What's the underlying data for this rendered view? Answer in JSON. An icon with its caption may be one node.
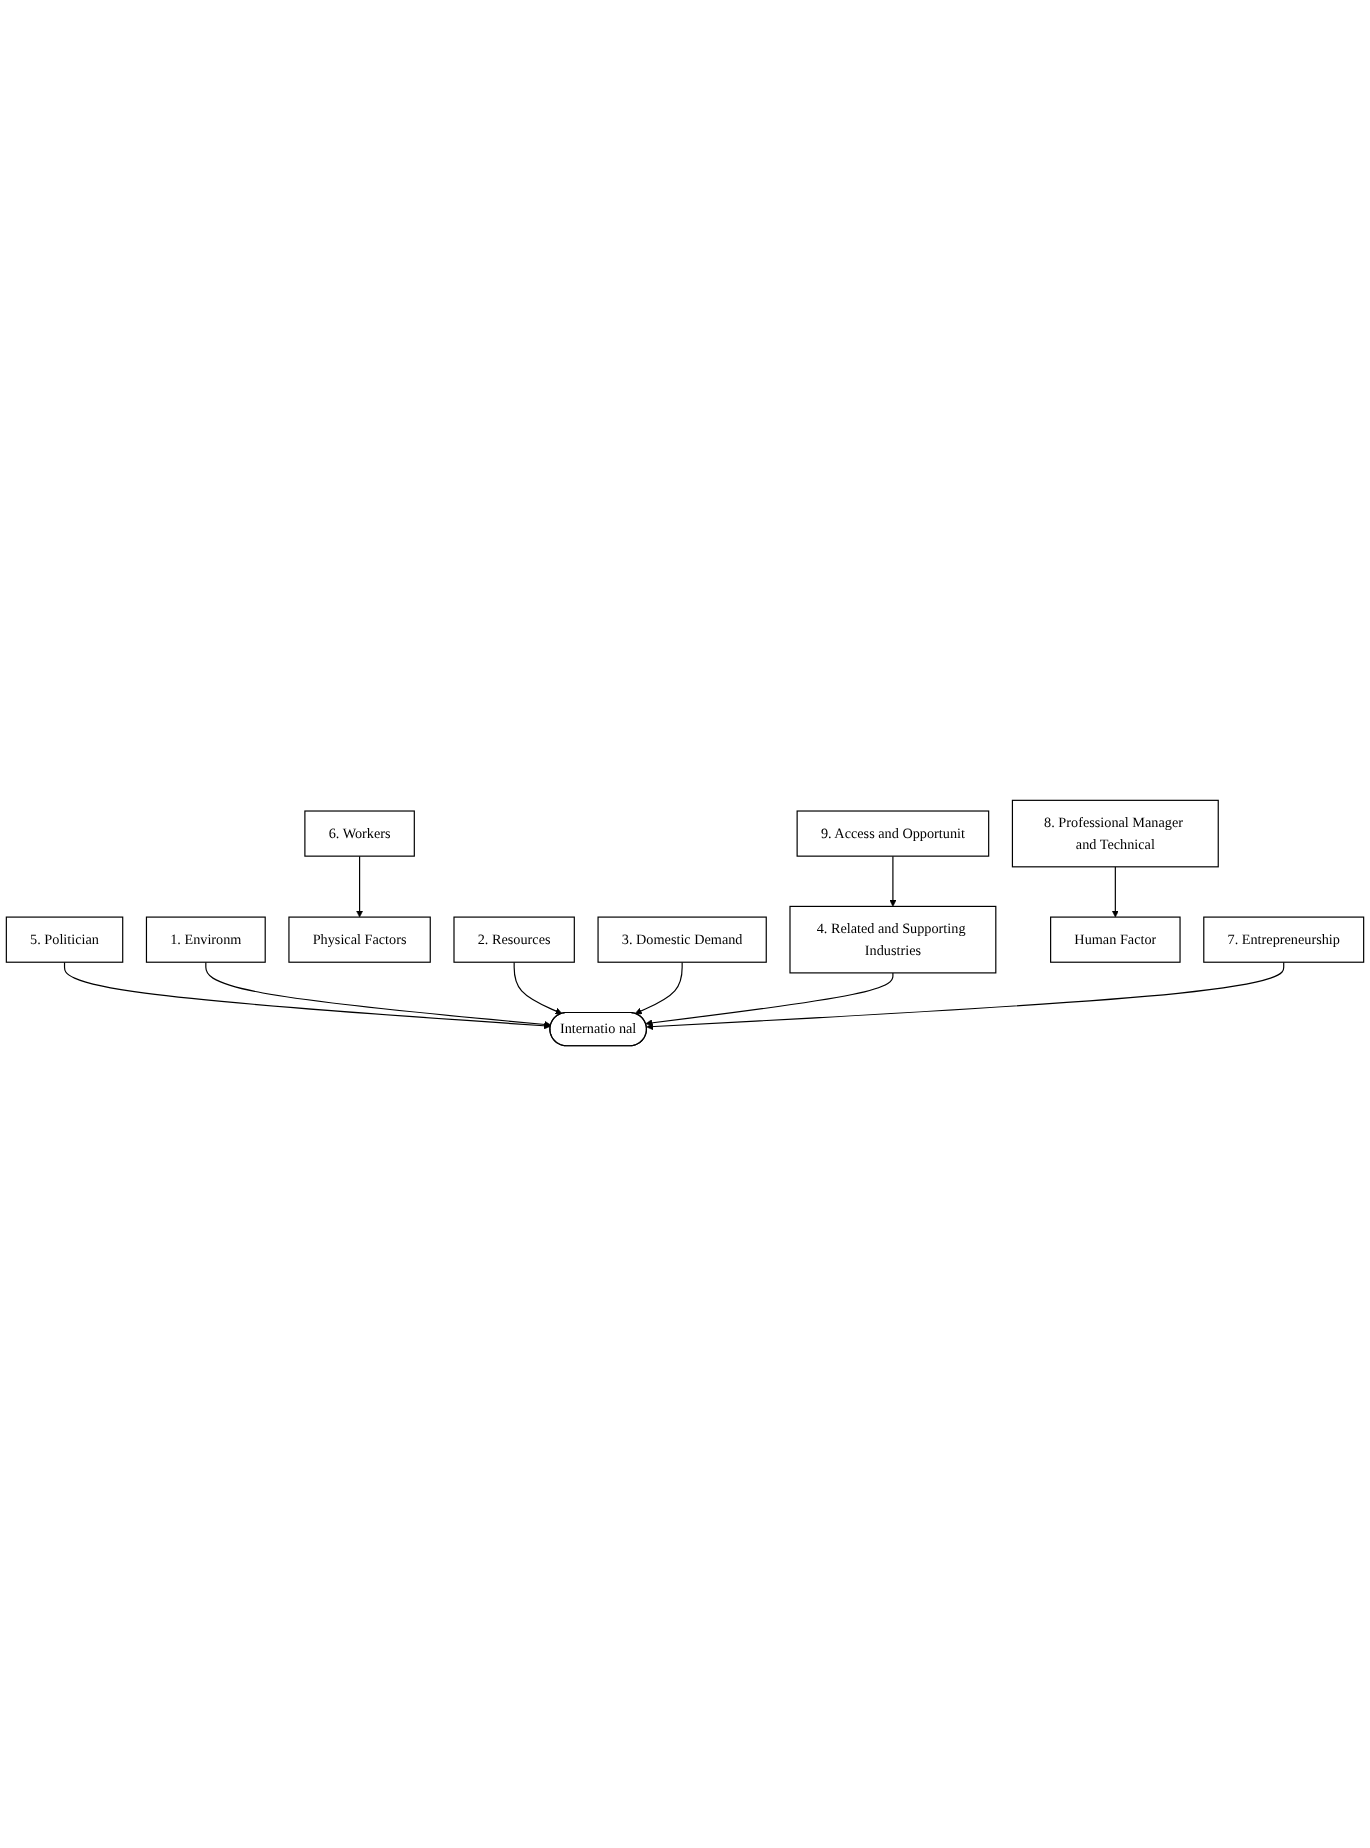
{
  "diagram": {
    "nodes": [
      {
        "text": [
          "5. Politician"
        ]
      },
      {
        "text": [
          "6. Workers"
        ]
      },
      {
        "text": [
          "1. Environm"
        ]
      },
      {
        "text": [
          "Physical Factors"
        ]
      },
      {
        "text": [
          "2. Resources"
        ]
      },
      {
        "text": [
          "Internatio nal"
        ]
      },
      {
        "text": [
          "3. Domestic Demand"
        ]
      },
      {
        "text": [
          "4. Related and Supporting Industries"
        ]
      },
      {
        "text": [
          "Human Factor"
        ]
      },
      {
        "text": [
          "7. Entrepreneurship"
        ]
      },
      {
        "text": [
          "8. Professional Manager and Technical"
        ]
      },
      {
        "text": [
          "9. Access and Opportunit"
        ]
      }
    ],
    "edges": [
      {
        "from": 0,
        "to": 5,
        "arrow": "to"
      },
      {
        "from": 1,
        "to": 3,
        "arrow": "to"
      },
      {
        "from": 2,
        "to": 5,
        "arrow": "to"
      },
      {
        "from": 4,
        "to": 5,
        "arrow": "to"
      },
      {
        "from": 6,
        "to": 5,
        "arrow": "to"
      },
      {
        "from": 7,
        "to": 5,
        "arrow": "to"
      },
      {
        "from": 9,
        "to": 5,
        "arrow": "to"
      },
      {
        "from": 10,
        "to": 8,
        "arrow": "to"
      },
      {
        "from": 11,
        "to": 7,
        "arrow": "to"
      }
    ]
  }
}
